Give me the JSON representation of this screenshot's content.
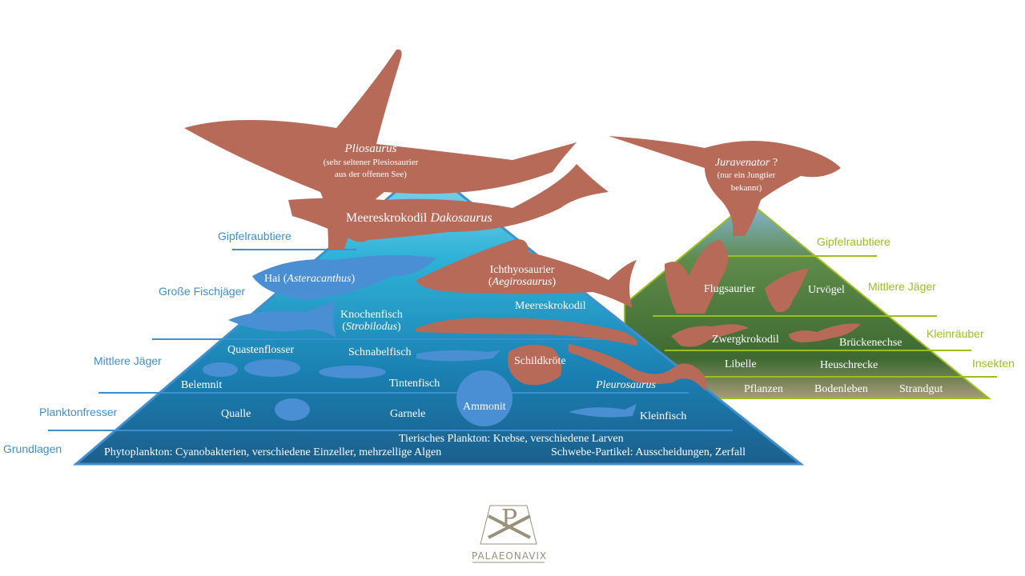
{
  "marine": {
    "levels": [
      "Gipfelraubtiere",
      "Große Fischjäger",
      "Mittlere Jäger",
      "Planktonfresser",
      "Grundlagen"
    ],
    "apex": {
      "name": "Pliosaurus",
      "note1": "(sehr seltener Plesiosaurier",
      "note2": "aus der offenen See)"
    },
    "dakosaurus": {
      "prefix": "Meereskrokodil ",
      "name": "Dakosaurus"
    },
    "hai": {
      "prefix": "Hai (",
      "name": "Asteracanthus",
      "suffix": ")"
    },
    "ichthyo": {
      "line1": "Ichthyosaurier",
      "prefix": "(",
      "name": "Aegirosaurus",
      "suffix": ")"
    },
    "knochenfisch": {
      "line1": "Knochenfisch",
      "prefix": "(",
      "name": "Strobilodus",
      "suffix": ")"
    },
    "labels": {
      "meereskrokodil": "Meereskrokodil",
      "quastenflosser": "Quastenflosser",
      "schnabelfisch": "Schnabelfisch",
      "schildkroete": "Schildkröte",
      "pleurosaurus": "Pleurosaurus",
      "belemnit": "Belemnit",
      "tintenfisch": "Tintenfisch",
      "qualle": "Qualle",
      "garnele": "Garnele",
      "ammonit": "Ammonit",
      "kleinfisch": "Kleinfisch"
    },
    "base": {
      "tier": "Tierisches Plankton: Krebse, verschiedene Larven",
      "phyto": "Phytoplankton: Cyanobakterien, verschiedene Einzeller, mehrzellige Algen",
      "schwebe": "Schwebe-Partikel: Ausscheidungen, Zerfall"
    }
  },
  "land": {
    "levels": [
      "Gipfelraubtiere",
      "Mittlere Jäger",
      "Kleinräuber",
      "Insekten"
    ],
    "apex": {
      "name": "Juravenator",
      "q": " ?",
      "note1": "(nur ein Jungtier",
      "note2": "bekannt)"
    },
    "labels": {
      "flugsaurier": "Flugsaurier",
      "urvoegel": "Urvögel",
      "zwergkrokodil": "Zwergkrokodil",
      "brueckenechse": "Brückenechse",
      "libelle": "Libelle",
      "heuschrecke": "Heuschrecke",
      "pflanzen": "Pflanzen",
      "bodenleben": "Bodenleben",
      "strandgut": "Strandgut"
    }
  },
  "logo": {
    "text": "PALAEONAVIX",
    "letter": "P"
  },
  "colors": {
    "blue": "#3f8fd0",
    "green": "#9cbf1e",
    "silhouette": "#b86a58",
    "logo": "#9a917c"
  }
}
